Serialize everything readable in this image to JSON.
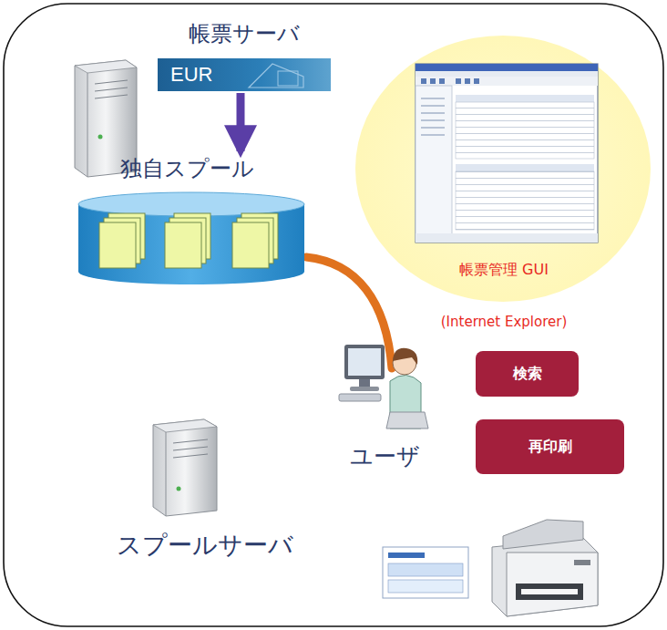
{
  "diagram": {
    "nodes": [
      {
        "text": [
          "帳票サーバ",
          "EUR"
        ]
      },
      {
        "text": [
          "独自スプール"
        ]
      },
      {
        "text": [
          "帳票管理 GUI",
          "(Internet Explorer)"
        ]
      },
      {
        "text": [
          "検索"
        ]
      },
      {
        "text": [
          "再印刷"
        ]
      }
    ],
    "edges": [
      {
        "from": 0,
        "to": 1,
        "arrow": "to"
      }
    ],
    "labels": [
      "ユーザ",
      "スプールサーバ"
    ]
  }
}
